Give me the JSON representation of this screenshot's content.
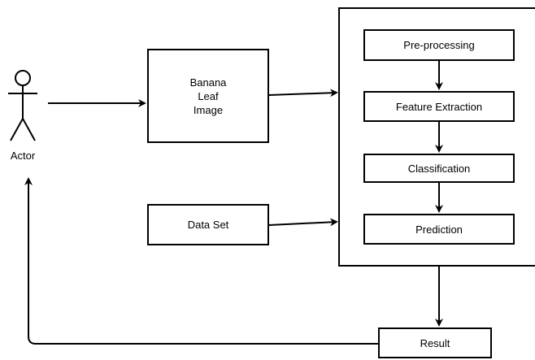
{
  "actor": {
    "label": "Actor",
    "icon": "stick-figure-icon"
  },
  "banana_leaf_image": {
    "label": "Banana\nLeaf\nImage"
  },
  "data_set": {
    "label": "Data Set"
  },
  "process": {
    "steps": [
      {
        "label": "Pre-processing"
      },
      {
        "label": "Feature Extraction"
      },
      {
        "label": "Classification"
      },
      {
        "label": "Prediction"
      }
    ]
  },
  "result": {
    "label": "Result"
  },
  "colors": {
    "stroke": "#000000",
    "background": "#ffffff"
  }
}
